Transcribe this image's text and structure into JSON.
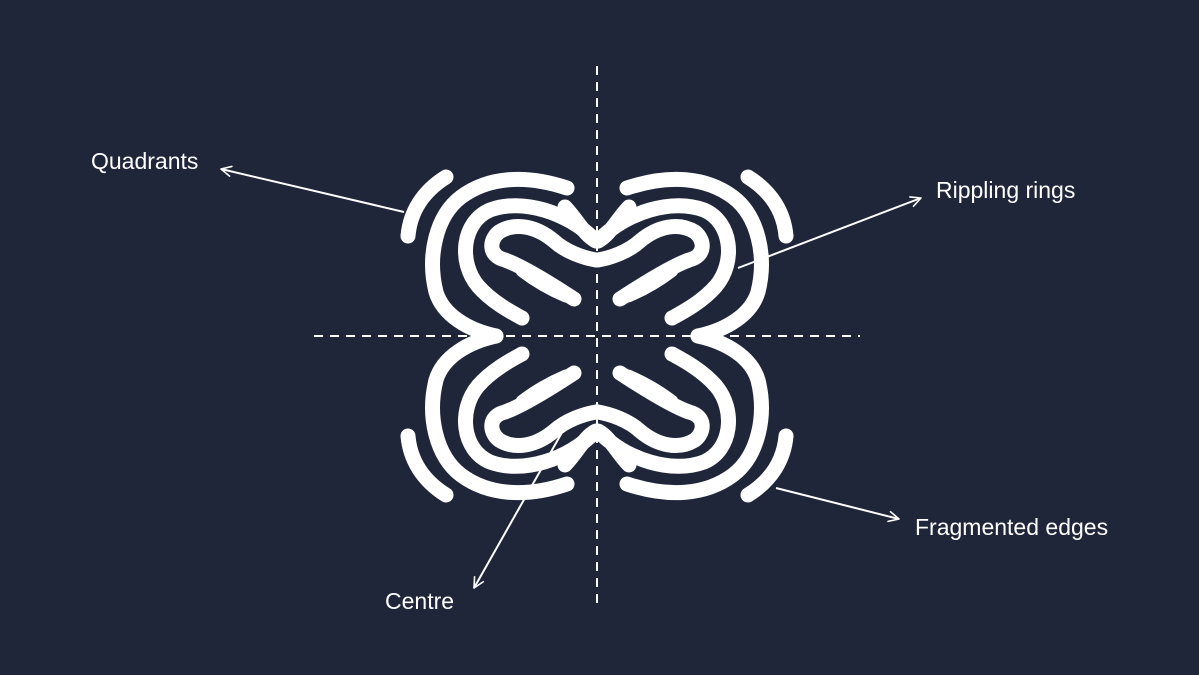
{
  "colors": {
    "background": "#20263a",
    "mark": "#ffffff"
  },
  "callouts": {
    "quadrants": "Quadrants",
    "rippling_rings": "Rippling rings",
    "fragmented_edges": "Fragmented edges",
    "centre": "Centre"
  }
}
